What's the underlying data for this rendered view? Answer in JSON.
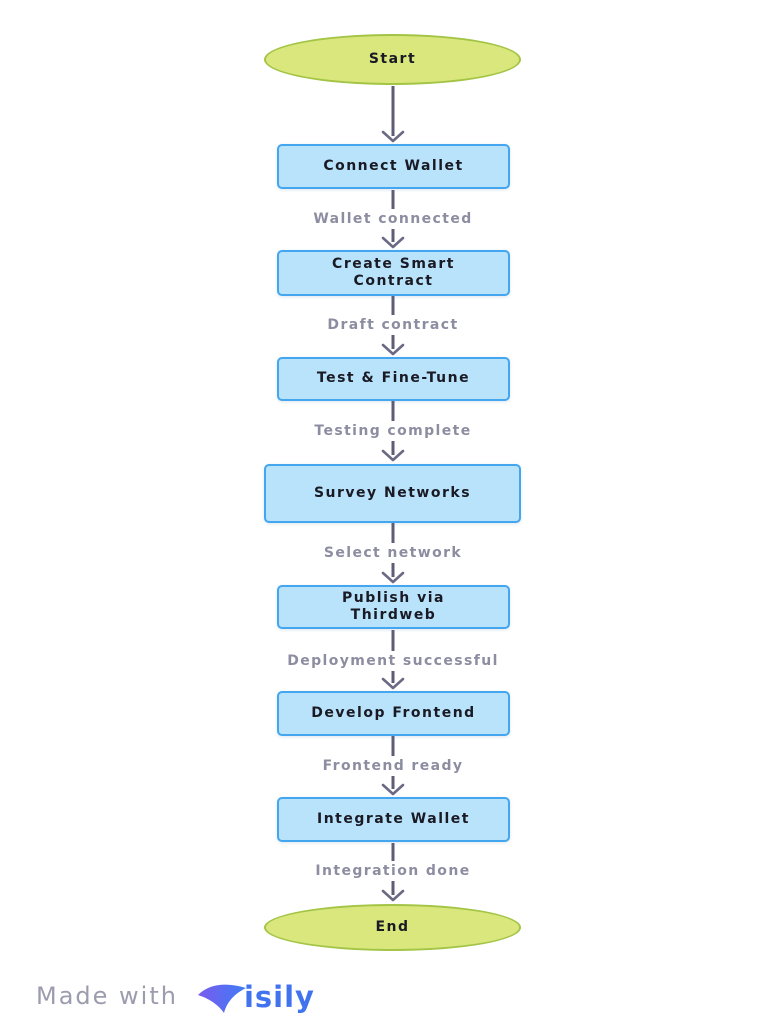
{
  "page": {
    "background": "#ffffff"
  },
  "flowchart": {
    "type": "vertical-flowchart",
    "colors": {
      "terminal_fill": "#d9e77d",
      "terminal_border": "#a3c445",
      "process_fill": "#b9e3fb",
      "process_border": "#43a6ef",
      "node_text": "#1a1a24",
      "edge_line": "#5d5d77",
      "edge_arrowhead": "#6a6a85",
      "edge_label_text": "#8d8da2"
    },
    "nodes": [
      {
        "id": "start",
        "type": "terminal",
        "label": "Start"
      },
      {
        "id": "connect-wallet",
        "type": "process",
        "label": "Connect Wallet"
      },
      {
        "id": "create-smart-contract",
        "type": "process",
        "label": "Create Smart Contract"
      },
      {
        "id": "test-fine-tune",
        "type": "process",
        "label": "Test & Fine-Tune"
      },
      {
        "id": "survey-networks",
        "type": "process",
        "label": "Survey Networks"
      },
      {
        "id": "publish-via-thirdweb",
        "type": "process",
        "label": "Publish via Thirdweb"
      },
      {
        "id": "develop-frontend",
        "type": "process",
        "label": "Develop Frontend"
      },
      {
        "id": "integrate-wallet",
        "type": "process",
        "label": "Integrate Wallet"
      },
      {
        "id": "end",
        "type": "terminal",
        "label": "End"
      }
    ],
    "edges": [
      {
        "from": "start",
        "to": "connect-wallet",
        "label": ""
      },
      {
        "from": "connect-wallet",
        "to": "create-smart-contract",
        "label": "Wallet connected"
      },
      {
        "from": "create-smart-contract",
        "to": "test-fine-tune",
        "label": "Draft contract"
      },
      {
        "from": "test-fine-tune",
        "to": "survey-networks",
        "label": "Testing complete"
      },
      {
        "from": "survey-networks",
        "to": "publish-via-thirdweb",
        "label": "Select network"
      },
      {
        "from": "publish-via-thirdweb",
        "to": "develop-frontend",
        "label": "Deployment successful"
      },
      {
        "from": "develop-frontend",
        "to": "integrate-wallet",
        "label": "Frontend ready"
      },
      {
        "from": "integrate-wallet",
        "to": "end",
        "label": "Integration done"
      }
    ]
  },
  "watermark": {
    "made_with": "Made with",
    "brand": "Visily",
    "logo_text": "isily",
    "logo_colors": {
      "swoosh_start": "#7a5bee",
      "swoosh_end": "#3e7cf5",
      "text": "#4273ef"
    }
  }
}
